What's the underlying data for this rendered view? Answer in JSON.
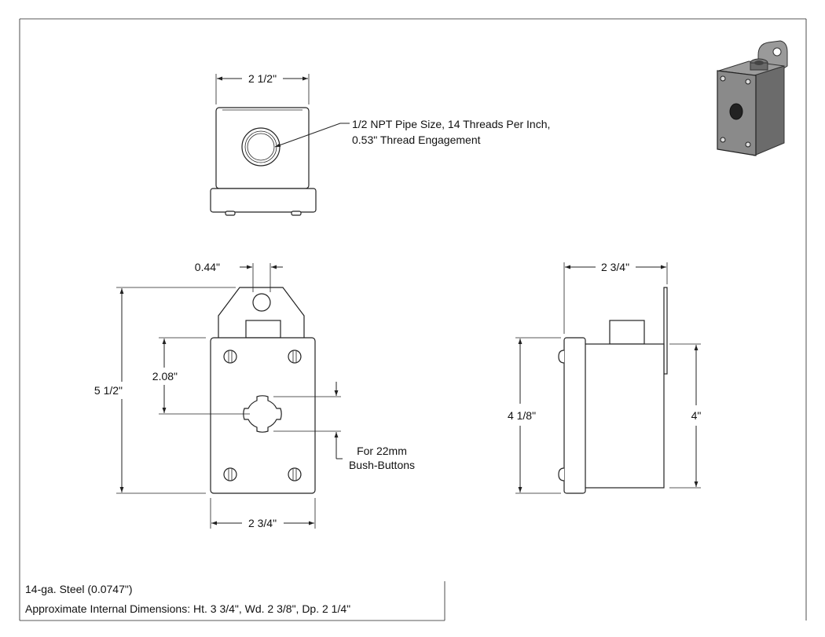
{
  "top_view": {
    "width_label": "2 1/2\"",
    "callout_line1": "1/2 NPT Pipe Size, 14 Threads Per Inch,",
    "callout_line2": "0.53\" Thread Engagement"
  },
  "front_view": {
    "tab_hole_label": "0.44\"",
    "height_label": "5 1/2\"",
    "hole_offset_label": "2.08\"",
    "width_label": "2 3/4\"",
    "hole_note_line1": "For 22mm",
    "hole_note_line2": "Bush-Buttons"
  },
  "side_view": {
    "depth_label": "2 3/4\"",
    "height_label": "4 1/8\"",
    "back_height_label": "4\""
  },
  "notes": {
    "material": "14-ga. Steel (0.0747\")",
    "internal_dims": "Approximate Internal Dimensions: Ht. 3 3/4\", Wd. 2 3/8\", Dp. 2 1/4\""
  },
  "colors": {
    "line": "#222222",
    "iso_body": "#6b6b6b",
    "iso_face": "#8a8a8a"
  }
}
